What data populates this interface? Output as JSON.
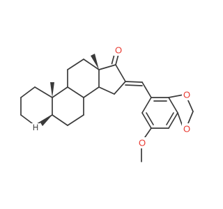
{
  "molecule": {
    "atoms": {
      "ketone_oxygen": "O",
      "dioxole_oxygen_top": "O",
      "dioxole_oxygen_bottom": "O",
      "methoxy_oxygen": "O",
      "stereo_hydrogen": "H"
    },
    "colors": {
      "bond": "#3a3a3a",
      "oxygen": "#e8382f",
      "background": "#ffffff"
    }
  }
}
